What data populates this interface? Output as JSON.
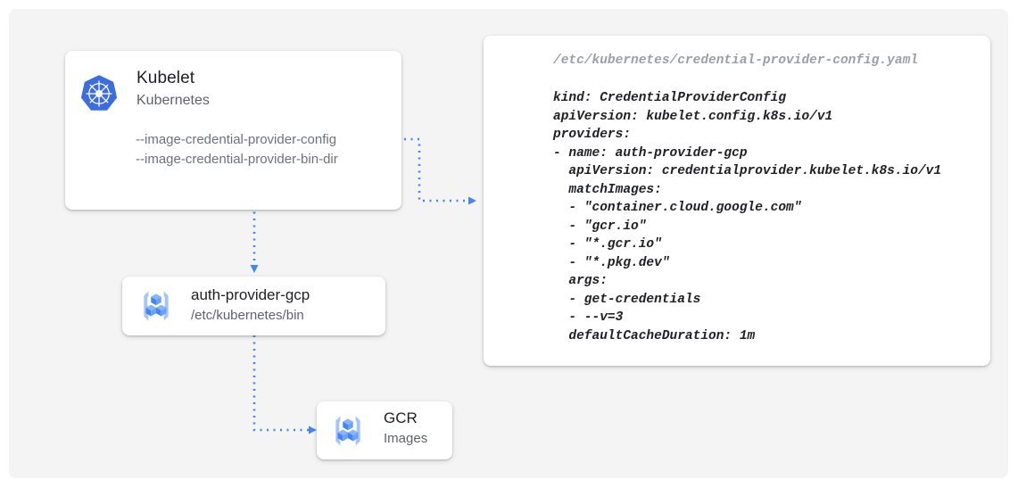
{
  "canvas": {
    "background": "#f4f4f4",
    "accent": "#4285f4"
  },
  "kubelet": {
    "icon": "kubernetes-logo-icon",
    "title": "Kubelet",
    "subtitle": "Kubernetes",
    "flags": [
      "--image-credential-provider-config",
      "--image-credential-provider-bin-dir"
    ]
  },
  "auth_provider": {
    "icon": "container-registry-icon",
    "title": "auth-provider-gcp",
    "subtitle": "/etc/kubernetes/bin"
  },
  "gcr": {
    "icon": "container-registry-icon",
    "title": "GCR",
    "subtitle": "Images"
  },
  "yaml": {
    "path": "/etc/kubernetes/credential-provider-config.yaml",
    "lines": [
      "kind: CredentialProviderConfig",
      "apiVersion: kubelet.config.k8s.io/v1",
      "providers:",
      "- name: auth-provider-gcp",
      "  apiVersion: credentialprovider.kubelet.k8s.io/v1",
      "  matchImages:",
      "  - \"container.cloud.google.com\"",
      "  - \"gcr.io\"",
      "  - \"*.gcr.io\"",
      "  - \"*.pkg.dev\"",
      "  args:",
      "  - get-credentials",
      "  - --v=3",
      "  defaultCacheDuration: 1m"
    ]
  },
  "connectors": [
    {
      "name": "kubelet-config-to-yaml",
      "from": "kubelet-flag-config",
      "to": "yaml-panel",
      "style": "dotted-arrow"
    },
    {
      "name": "kubelet-to-auth-provider",
      "from": "kubelet-card",
      "to": "auth-provider-card",
      "style": "dotted-arrow"
    },
    {
      "name": "auth-provider-to-gcr",
      "from": "auth-provider-card",
      "to": "gcr-card",
      "style": "dotted-arrow"
    }
  ]
}
